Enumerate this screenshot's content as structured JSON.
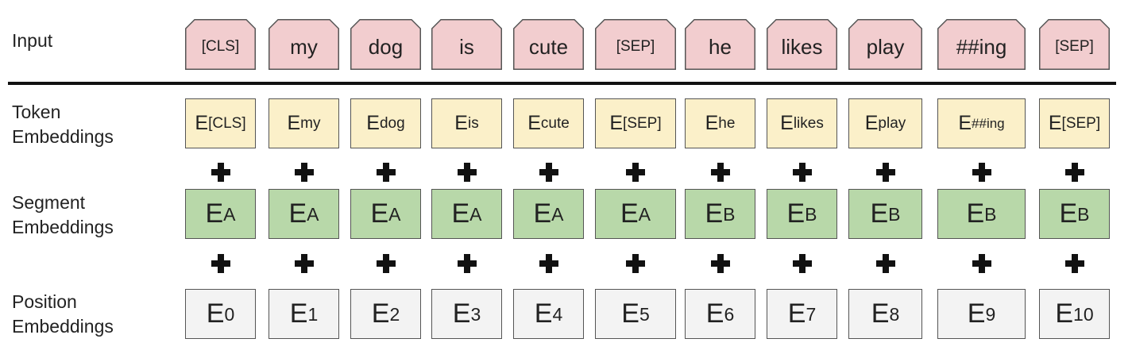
{
  "labels": {
    "input": "Input",
    "token": [
      "Token",
      "Embeddings"
    ],
    "segment": [
      "Segment",
      "Embeddings"
    ],
    "position": [
      "Position",
      "Embeddings"
    ]
  },
  "tokens": [
    {
      "input": "[CLS]",
      "token_main": "E",
      "token_sub": "[CLS]",
      "segment_main": "E",
      "segment_sub": "A",
      "position_main": "E",
      "position_sub": "0"
    },
    {
      "input": "my",
      "token_main": "E",
      "token_sub": "my",
      "segment_main": "E",
      "segment_sub": "A",
      "position_main": "E",
      "position_sub": "1"
    },
    {
      "input": "dog",
      "token_main": "E",
      "token_sub": "dog",
      "segment_main": "E",
      "segment_sub": "A",
      "position_main": "E",
      "position_sub": "2"
    },
    {
      "input": "is",
      "token_main": "E",
      "token_sub": "is",
      "segment_main": "E",
      "segment_sub": "A",
      "position_main": "E",
      "position_sub": "3"
    },
    {
      "input": "cute",
      "token_main": "E",
      "token_sub": "cute",
      "segment_main": "E",
      "segment_sub": "A",
      "position_main": "E",
      "position_sub": "4"
    },
    {
      "input": "[SEP]",
      "token_main": "E",
      "token_sub": "[SEP]",
      "segment_main": "E",
      "segment_sub": "A",
      "position_main": "E",
      "position_sub": "5"
    },
    {
      "input": "he",
      "token_main": "E",
      "token_sub": "he",
      "segment_main": "E",
      "segment_sub": "B",
      "position_main": "E",
      "position_sub": "6"
    },
    {
      "input": "likes",
      "token_main": "E",
      "token_sub": "likes",
      "segment_main": "E",
      "segment_sub": "B",
      "position_main": "E",
      "position_sub": "7"
    },
    {
      "input": "play",
      "token_main": "E",
      "token_sub": "play",
      "segment_main": "E",
      "segment_sub": "B",
      "position_main": "E",
      "position_sub": "8"
    },
    {
      "input": "##ing",
      "token_main": "E",
      "token_sub": "##ing",
      "segment_main": "E",
      "segment_sub": "B",
      "position_main": "E",
      "position_sub": "9"
    },
    {
      "input": "[SEP]",
      "token_main": "E",
      "token_sub": "[SEP]",
      "segment_main": "E",
      "segment_sub": "B",
      "position_main": "E",
      "position_sub": "10"
    }
  ],
  "colors": {
    "input_fill": "#f2cdcf",
    "token_fill": "#fbf0c9",
    "segment_fill": "#b8d8a9",
    "position_fill": "#f3f3f3"
  }
}
